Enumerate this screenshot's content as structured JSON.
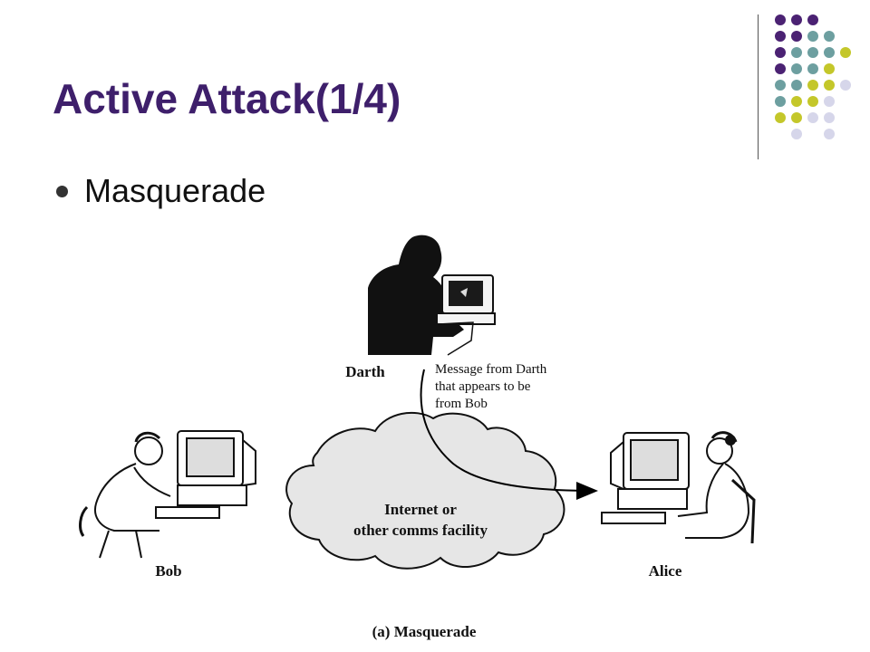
{
  "slide": {
    "title": "Active Attack(1/4)",
    "bullet": "Masquerade"
  },
  "diagram": {
    "darth_label": "Darth",
    "message_lines": [
      "Message from Darth",
      "that appears to be",
      "from Bob"
    ],
    "cloud_lines": [
      "Internet or",
      "other comms facility"
    ],
    "bob_label": "Bob",
    "alice_label": "Alice",
    "caption": "(a) Masquerade"
  },
  "colors": {
    "title": "#3e1f6b",
    "purple": "#4b2273",
    "teal": "#6d9fa0",
    "olive": "#c4c72a",
    "lavender": "#d6d6ea",
    "cloud_fill": "#e6e6e6"
  }
}
